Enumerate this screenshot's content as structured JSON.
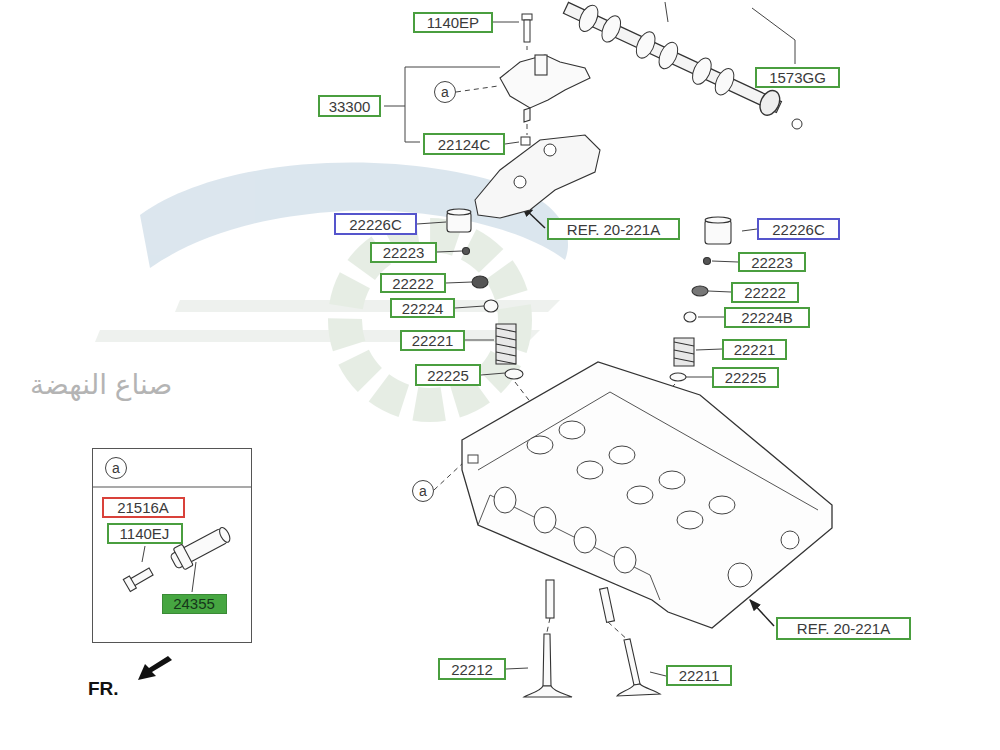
{
  "diagram": {
    "nodes": [
      {
        "text": [
          "1140EP"
        ]
      },
      {
        "text": [
          "1573GG"
        ]
      },
      {
        "text": [
          "a"
        ]
      },
      {
        "text": [
          "33300"
        ]
      },
      {
        "text": [
          "22124C"
        ]
      },
      {
        "text": [
          "REF. 20-221A"
        ]
      },
      {
        "text": [
          "22226C"
        ]
      },
      {
        "text": [
          "22226C"
        ]
      },
      {
        "text": [
          "22223"
        ]
      },
      {
        "text": [
          "22223"
        ]
      },
      {
        "text": [
          "22222"
        ]
      },
      {
        "text": [
          "22222"
        ]
      },
      {
        "text": [
          "22224"
        ]
      },
      {
        "text": [
          "22224B"
        ]
      },
      {
        "text": [
          "22221"
        ]
      },
      {
        "text": [
          "22221"
        ]
      },
      {
        "text": [
          "22225"
        ]
      },
      {
        "text": [
          "22225"
        ]
      },
      {
        "text": [
          "a"
        ]
      },
      {
        "text": [
          "a"
        ]
      },
      {
        "text": [
          "21516A"
        ],
        "in": 19
      },
      {
        "text": [
          "1140EJ"
        ],
        "in": 19
      },
      {
        "text": [
          "24355"
        ],
        "in": 19
      },
      {
        "text": [
          "REF. 20-221A"
        ]
      },
      {
        "text": [
          "22212"
        ]
      },
      {
        "text": [
          "22211"
        ]
      }
    ],
    "labels": [
      "صناع النهضة",
      "FR."
    ]
  }
}
